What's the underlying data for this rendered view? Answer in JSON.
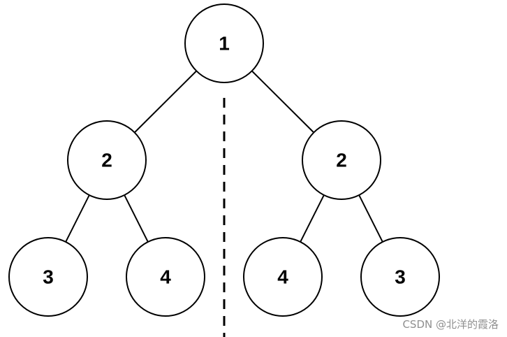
{
  "diagram": {
    "nodes": [
      {
        "id": "root",
        "label": "1"
      },
      {
        "id": "left-child",
        "label": "2"
      },
      {
        "id": "right-child",
        "label": "2"
      },
      {
        "id": "left-left",
        "label": "3"
      },
      {
        "id": "left-right",
        "label": "4"
      },
      {
        "id": "right-left",
        "label": "4"
      },
      {
        "id": "right-right",
        "label": "3"
      }
    ],
    "edges": [
      {
        "from": "root",
        "to": "left-child"
      },
      {
        "from": "root",
        "to": "right-child"
      },
      {
        "from": "left-child",
        "to": "left-left"
      },
      {
        "from": "left-child",
        "to": "left-right"
      },
      {
        "from": "right-child",
        "to": "right-left"
      },
      {
        "from": "right-child",
        "to": "right-right"
      }
    ],
    "symmetry_axis": "dashed vertical line"
  },
  "watermark": "CSDN @北洋的霞洛"
}
